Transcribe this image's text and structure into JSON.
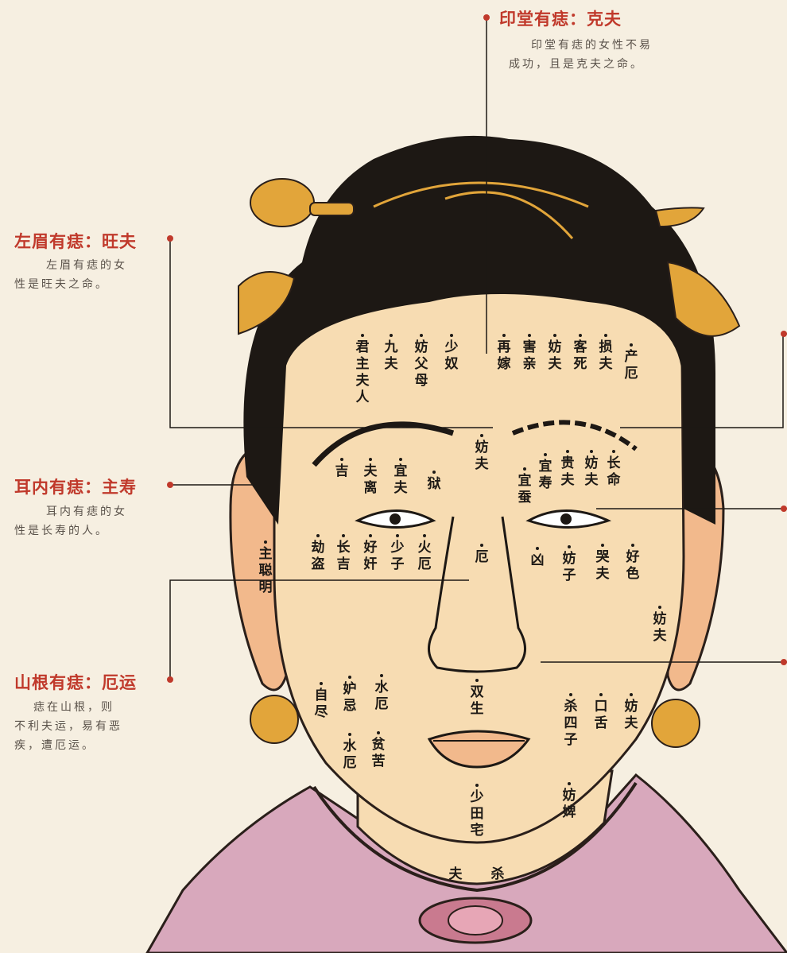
{
  "callouts": {
    "yintang": {
      "title": "印堂有痣：克夫",
      "desc_1": "印堂有痣的女性不易",
      "desc_2": "成功，且是克夫之命。"
    },
    "left_brow": {
      "title": "左眉有痣：旺夫",
      "desc_1": "左眉有痣的女",
      "desc_2": "性是旺夫之命。"
    },
    "ear": {
      "title": "耳内有痣：主寿",
      "desc_1": "耳内有痣的女",
      "desc_2": "性是长寿的人。"
    },
    "shangen": {
      "title": "山根有痣：厄运",
      "desc_1": "痣在山根，则",
      "desc_2": "不利夫运，易有恶",
      "desc_3": "疾，遭厄运。"
    }
  },
  "marks": {
    "forehead": [
      "君主夫人",
      "九夫",
      "妨父母",
      "少奴",
      "再嫁",
      "害亲",
      "妨夫",
      "客死",
      "损夫",
      "产厄"
    ],
    "brow": [
      "妨夫",
      "吉",
      "夫离",
      "宜夫",
      "狱",
      "宜蚕",
      "宜寿",
      "贵夫",
      "妨夫",
      "长命"
    ],
    "eyes": [
      "主聪明",
      "劫盗",
      "长吉",
      "好奸",
      "少子",
      "火厄",
      "厄",
      "凶",
      "妨子",
      "哭夫",
      "好色",
      "妨夫"
    ],
    "cheeks": [
      "自尽",
      "妒忌",
      "水厄",
      "水厄",
      "贫苦",
      "杀四子",
      "口舌",
      "妨夫",
      "妨婢"
    ],
    "mouth": [
      "双生",
      "少田宅",
      "夫",
      "杀"
    ]
  },
  "colors": {
    "accent": "#c0392b",
    "skin": "#f7dcb2",
    "robe": "#d8a8bc",
    "hair": "#1d1814",
    "gold": "#e2a53a"
  }
}
